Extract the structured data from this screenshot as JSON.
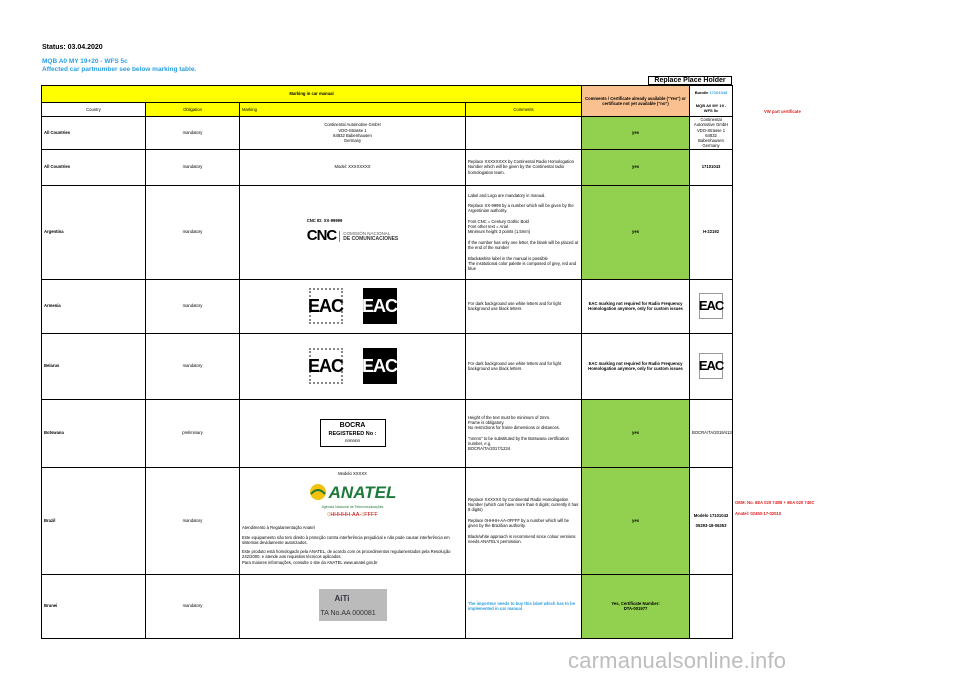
{
  "header": {
    "status": "Status: 03.04.2020",
    "model": "MQB A0 MY 19+20 - WFS 5c",
    "affected": "Affected car partnumber see below marking table."
  },
  "replace_holder": "Replace Place Holder",
  "table_header": {
    "marking_in_car_manual": "Marking in car manual",
    "comments_cert": "Comments / Certificate already available (\"Yes\") or certificate not yet available (\"no\")",
    "bundle_label": "Bundle",
    "bundle_number": "17101043",
    "bundle_model": "MQB A0 MY 19 - WFS 5c",
    "country": "Country",
    "obligation": "Obligation",
    "marking": "Marking",
    "comments": "Comments",
    "vw_part": "VW part certificate"
  },
  "rows": {
    "all1": {
      "country": "All Countries",
      "obligation": "mandatory",
      "marking": "Continental Automotive GmbH\nVDO-Strasse 1\n64832 Babenhausen\nGermany",
      "comment": "",
      "cert": "yes",
      "bundle": "Continental Automotive GmbH\nVDO-Strasse 1\n64832 Babenhausen\nGermany"
    },
    "all2": {
      "country": "All Countries",
      "obligation": "mandatory",
      "marking": "Model: XXXXXXXX",
      "comment": "Replace XXXXXXXX by Continental Radio Homologation Number which will be given by the Continental radio homologation team.",
      "cert": "yes",
      "bundle": "17101043"
    },
    "argentina": {
      "country": "Argentina",
      "obligation": "mandatory",
      "cnc_id": "CNC ID: XX-99999",
      "cnc_mark": "CNC",
      "cnc_text1": "COMISIÓN NACIONAL",
      "cnc_text2": "DE COMUNICACIONES",
      "comment": "Label and Logo are mandatory in manual.\n\nReplace XX-9999 by a number which will be given by the Argentinian authority.\n\nFont CNC = Century Gothic Bold\nFont other text = Arial\nMinimum height 3 points (1.5mm)\n\nIf the number has only one letter, the blank will be placed at the end of the number\n\nBlack&white label in the manual is possible\nThe institutional color palette is composed of grey, red and blue",
      "cert": "yes",
      "bundle": "H-22192"
    },
    "armenia": {
      "country": "Armenia",
      "obligation": "mandatory",
      "logo": "EAC",
      "comment": "For dark background use white letters and for light background use black letters",
      "cert": "EAC marking not required for Radio Frequency Homologation anymore, only for custom issues"
    },
    "belarus": {
      "country": "Belarus",
      "obligation": "mandatory",
      "logo": "EAC",
      "comment": "For dark background use white letters and for light background use black letters",
      "cert": "EAC marking not required for Radio Frequency Homologation anymore, only for custom issues"
    },
    "botswana": {
      "country": "Botswana",
      "obligation": "preliminary",
      "bocra_t1": "BOCRA",
      "bocra_t2": "REGISTERED No :",
      "bocra_t3": "nnnnnn",
      "comment": "Height of the text must be minimum of 2mm.\n Frame is obligatory.\nNo restrictions for frame dimensions or distances.\n\n\"nnnnn\" to be substituted by the Botswana certification number, e.g.\nBOCRA/TA/2017/1234",
      "cert": "yes",
      "bundle": "BOCRA/TA/2019/4136"
    },
    "brazil": {
      "country": "Brazil",
      "obligation": "mandatory",
      "modelo": "Modelo XXXXX",
      "anatel_word": "ANATEL",
      "anatel_sub": "Agência Nacional de Telecomunicações",
      "anatel_code_a": "HHHHH-AA-",
      "anatel_code_b": "FFFF",
      "text1": "Atendimento à Regulamentação Anatel",
      "text2": "Este equipamento não tem direito à proteção contra interferência prejudicial e não pode causar interferência em sistemas devidamente autorizados.",
      "text3": "Este produto está homologado pela ANATEL, de acordo com os procedimentos regulamentados pela Resolução 242/2000, e atende aos requisitos técnicos aplicados.\nPara maiores informações, consulte o site da ANATEL www.anatel.gov.br",
      "comment": "Replace XXXXXX by Continental Radio Homologation Number (which can have more than 6 digits; currently it has 8 digits)\n\nReplace 0HHHH-AA-0FFFF by a number which will be given by the Brazilian authority.\n\nBlack/white approach is  recommend since colour versions needs ANATEL's permission.",
      "cert": "yes",
      "bundle1": "Modelo 17101043",
      "bundle2": "05293-18-06353",
      "oem": "OEM: No. 6EA 020 740B + 6EA 020 740C",
      "anatel_num": "Anatel: 02450-17-02010"
    },
    "brunei": {
      "country": "Brunei",
      "obligation": "mandatory",
      "aiti_logo": "AiTi",
      "aiti_no": "TA No.AA 000081",
      "comment": "The importeur needs to buy this label which has to be implemented in car manual",
      "cert": "Yes, Certificate Number:\nDTA-001977"
    }
  },
  "watermark": "carmanualsonline.info"
}
